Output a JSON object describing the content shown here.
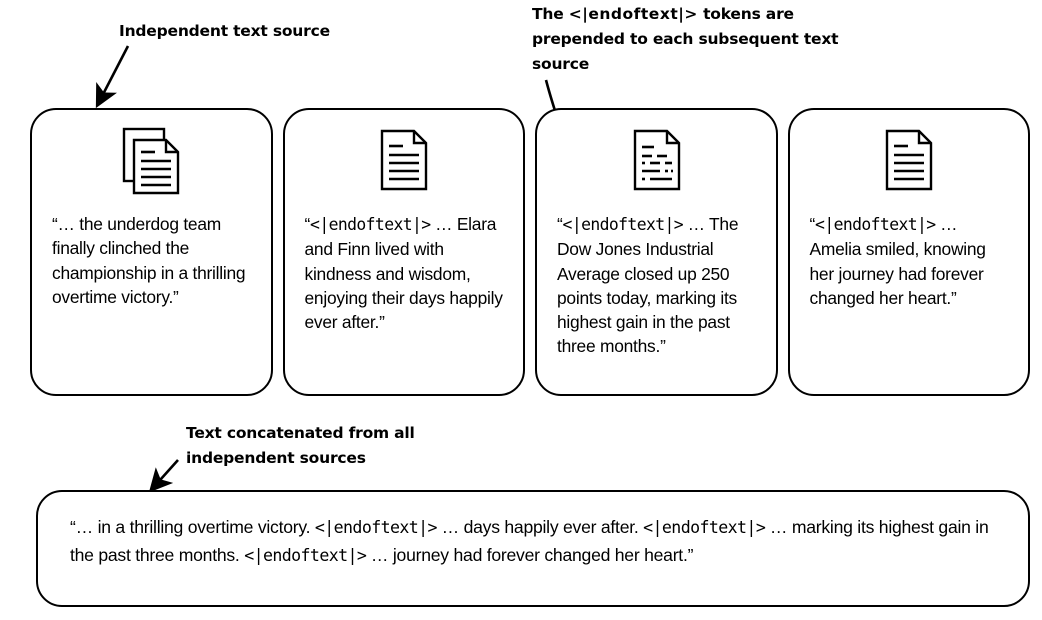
{
  "annotations": {
    "independent_source": "Independent text source",
    "endoftext_note_pre": "The ",
    "endoftext_note_token": "<|endoftext|>",
    "endoftext_note_post": " tokens are prepended to each subsequent text source",
    "concatenated": "Text concatenated from all independent sources"
  },
  "token": "<|endoftext|>",
  "cards": [
    {
      "icon": "stacked-documents-icon",
      "has_token": false,
      "text": "“… the underdog team finally clinched the championship in a thrilling overtime victory.”"
    },
    {
      "icon": "document-icon",
      "has_token": true,
      "prefix": "“",
      "token": "<|endoftext|>",
      "text": " … Elara and Finn lived with kindness and wisdom, enjoying their days happily ever after.”"
    },
    {
      "icon": "data-document-icon",
      "has_token": true,
      "prefix": "“",
      "token": "<|endoftext|>",
      "text": " … The Dow Jones Industrial Average closed up 250 points today, marking its highest gain in the past three months.”"
    },
    {
      "icon": "document-icon",
      "has_token": true,
      "prefix": "“",
      "token": "<|endoftext|>",
      "text": " … Amelia smiled, knowing her journey had forever changed her heart.”"
    }
  ],
  "concatenated": {
    "seg1": "“… in a thrilling overtime victory. ",
    "tok1": "<|endoftext|>",
    "seg2": " … days happily ever after. ",
    "tok2": "<|endoftext|>",
    "seg3": " … marking its highest gain in the past three months. ",
    "tok3": "<|endoftext|>",
    "seg4": " … journey had forever changed her heart.”"
  },
  "colors": {
    "stroke": "#000000",
    "background": "#ffffff"
  }
}
